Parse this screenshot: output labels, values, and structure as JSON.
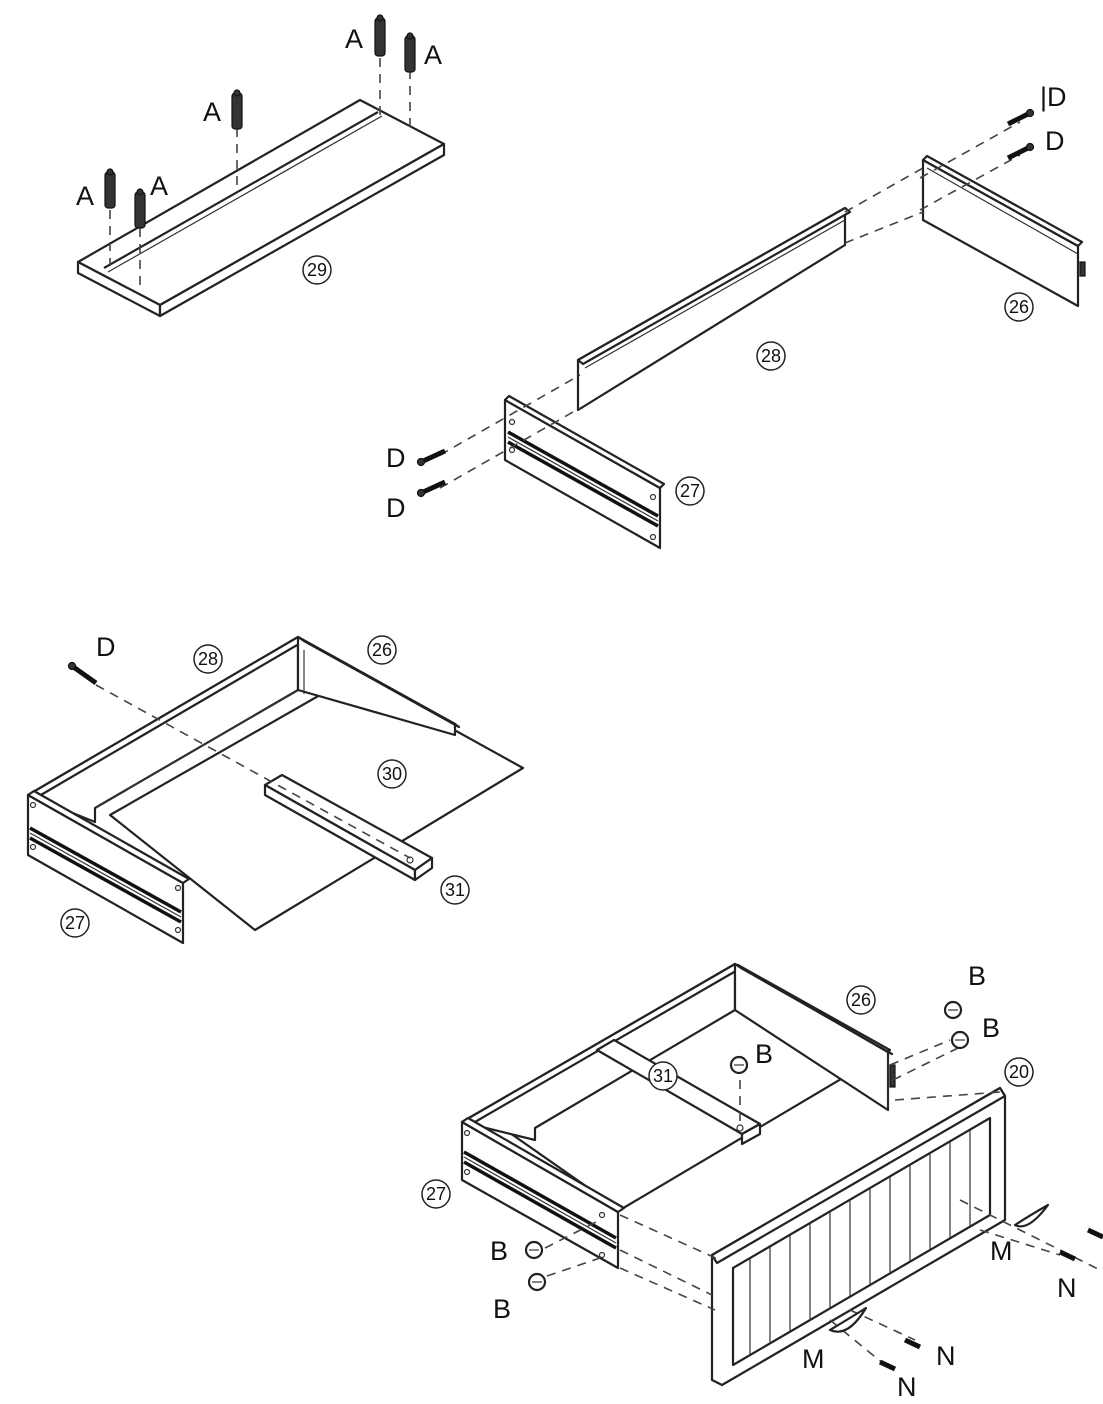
{
  "parts": {
    "p26": "26",
    "p27": "27",
    "p28": "28",
    "p29": "29",
    "p30": "30",
    "p31": "31",
    "p20": "20"
  },
  "hardware": {
    "A": "A",
    "B": "B",
    "D": "D",
    "D_alt": "|D",
    "M": "M",
    "N": "N"
  },
  "icons": {
    "dowel": "dowel-icon",
    "screw": "screw-icon",
    "cam_lock": "cam-lock-icon",
    "handle": "handle-icon"
  },
  "colors": {
    "line": "#222222",
    "background": "#ffffff"
  }
}
